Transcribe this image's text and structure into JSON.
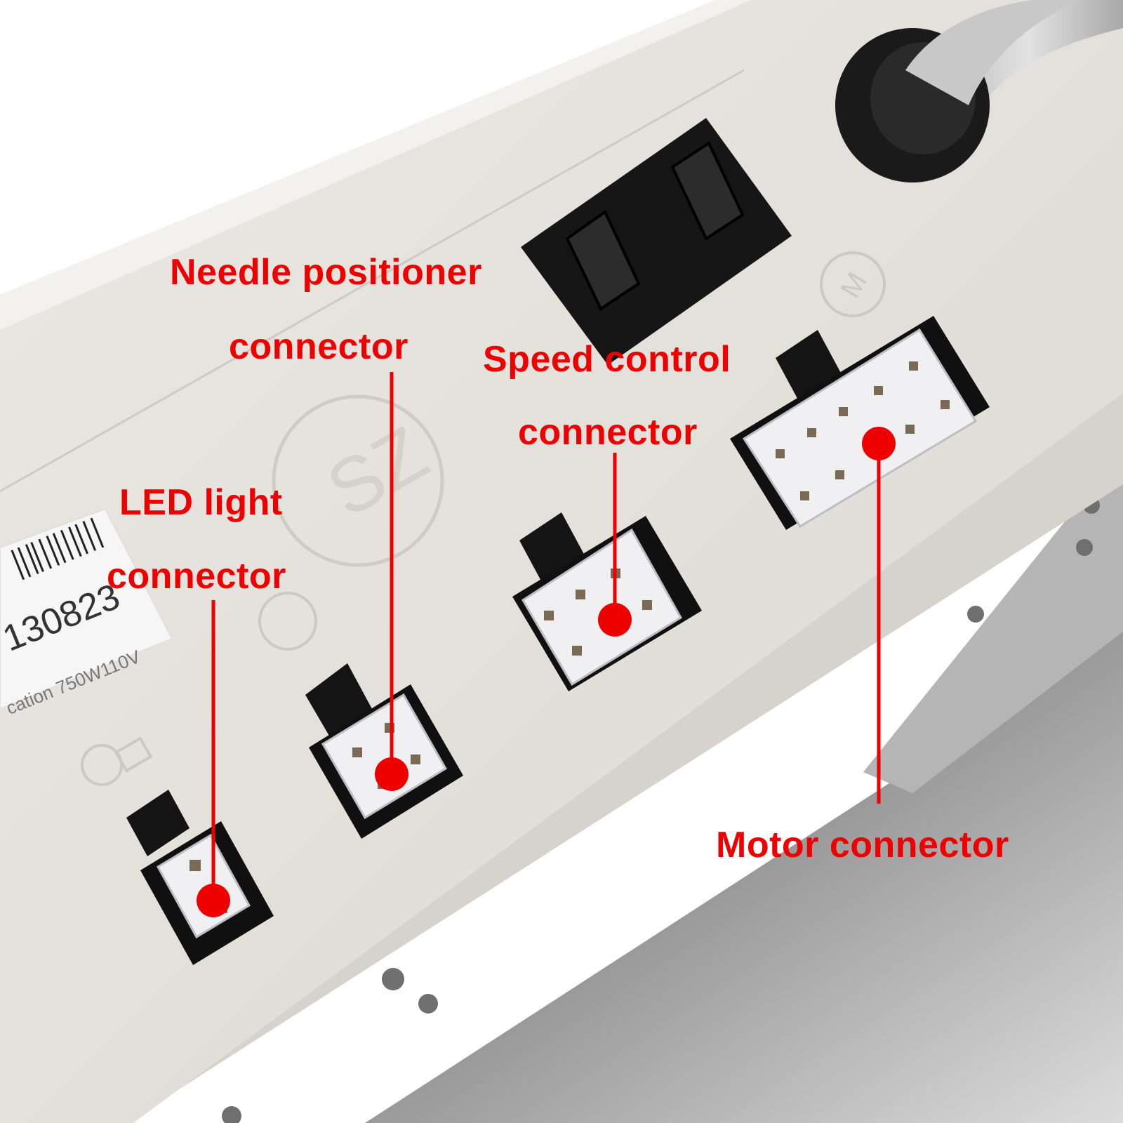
{
  "photo": {
    "serial_text": "130823",
    "spec_text": "cation 750W110V",
    "logo_text": "SZ",
    "icon_motor": "M"
  },
  "labels": {
    "needle_line1": "Needle positioner",
    "needle_line2": "connector",
    "speed_line1": "Speed control",
    "speed_line2": "connector",
    "led_line1": "LED light",
    "led_line2": "connector",
    "motor": "Motor connector"
  },
  "colors": {
    "annotation_red": "#ee0000",
    "housing": "#e4e1dc",
    "connector_white": "#eeeef0",
    "black_part": "#151515"
  }
}
